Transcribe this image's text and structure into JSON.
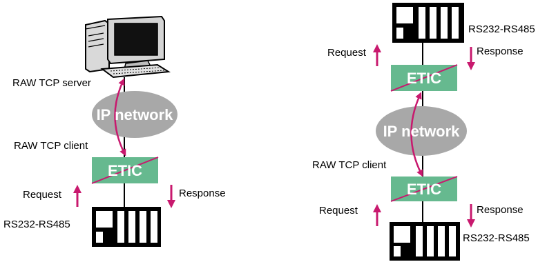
{
  "left_diagram": {
    "server_label": "RAW TCP server",
    "network_label": "IP network",
    "client_label": "RAW TCP client",
    "gateway_label": "ETIC",
    "request_label": "Request",
    "response_label": "Response",
    "device_label": "RS232-RS485"
  },
  "right_diagram": {
    "top_device_label": "RS232-RS485",
    "top_request_label": "Request",
    "top_response_label": "Response",
    "top_gateway_label": "ETIC",
    "network_label": "IP network",
    "client_label": "RAW TCP client",
    "bottom_gateway_label": "ETIC",
    "bottom_request_label": "Request",
    "bottom_response_label": "Response",
    "bottom_device_label": "RS232-RS485"
  },
  "colors": {
    "gateway_fill": "#66b98f",
    "cloud_fill": "#a8a8a8",
    "arrow": "#c8196e",
    "device": "#000000"
  }
}
